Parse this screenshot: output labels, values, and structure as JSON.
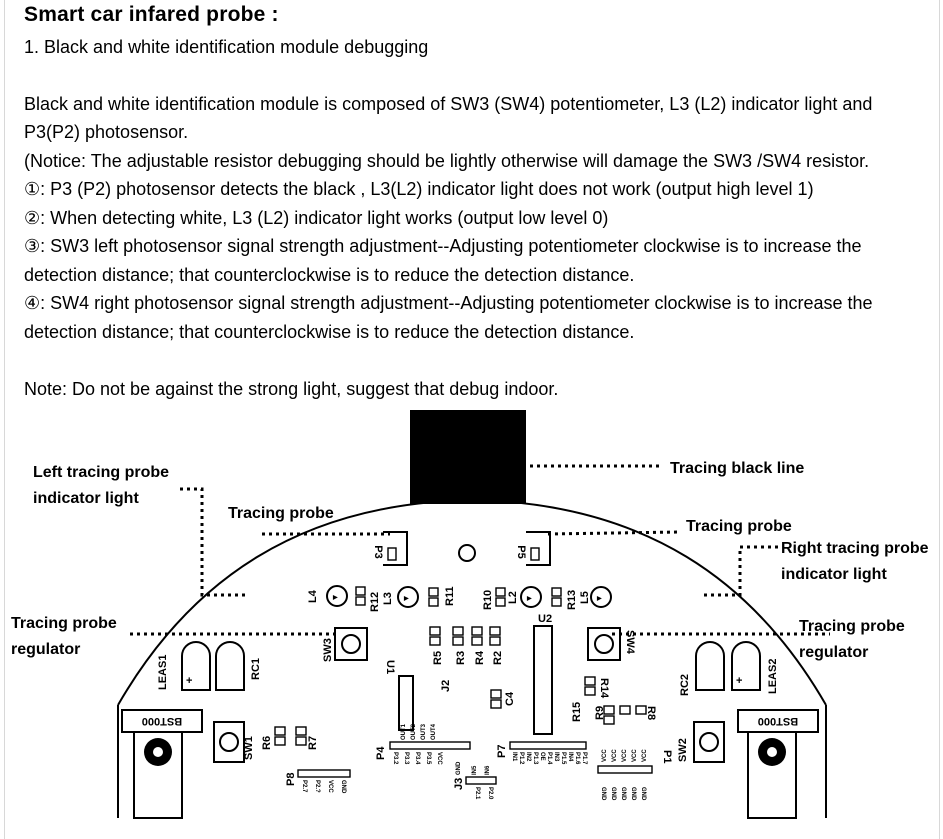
{
  "title": "Smart car infared probe :",
  "section": "1. Black and white identification module debugging",
  "paragraphs": [
    "Black and white identification module is composed of SW3 (SW4) potentiometer, L3 (L2) indicator light and",
    "P3(P2) photosensor.",
    "(Notice: The adjustable resistor debugging should be lightly otherwise will damage the SW3 /SW4 resistor.",
    "①: P3 (P2) photosensor detects the black , L3(L2) indicator light does not work (output high level 1)",
    "②: When detecting white, L3 (L2) indicator light works (output low level 0)",
    "③: SW3 left photosensor signal strength adjustment--Adjusting potentiometer clockwise is to increase the",
    "detection distance; that counterclockwise is to reduce the detection distance.",
    "④: SW4 right photosensor signal strength adjustment--Adjusting potentiometer clockwise is to increase the",
    "detection distance; that counterclockwise is to reduce the detection distance."
  ],
  "note": "Note: Do not be against the strong light, suggest that debug indoor.",
  "labels": {
    "left_indicator_1": "Left tracing probe",
    "left_indicator_2": "indicator light",
    "tracing_probe_left": "Tracing probe",
    "tracing_black_line": "Tracing black line",
    "tracing_probe_right": "Tracing probe",
    "right_indicator_1": "Right tracing probe",
    "right_indicator_2": "indicator light",
    "regulator_left_1": "Tracing probe",
    "regulator_left_2": "regulator",
    "regulator_right_1": "Tracing probe",
    "regulator_right_2": "regulator"
  },
  "pcb": {
    "p3": "P3",
    "p5": "P5",
    "l4": "L4",
    "r12": "R12",
    "l3": "L3",
    "r11": "R11",
    "r10": "R10",
    "l2": "L2",
    "r13": "R13",
    "l5": "L5",
    "sw3": "SW3",
    "sw4": "SW4",
    "u2": "U2",
    "u1": "U1",
    "r5": "R5",
    "r3": "R3",
    "r4": "R4",
    "r2": "R2",
    "j2": "J2",
    "c4": "C4",
    "r15": "R15",
    "r14": "R14",
    "r9": "R9",
    "r8": "R8",
    "leas1": "LEAS1",
    "rc1": "RC1",
    "rc2": "RC2",
    "leas2": "LEAS2",
    "bst_left": "BST000",
    "bst_right": "BST000",
    "sw1": "SW1",
    "r6": "R6",
    "r7": "R7",
    "p8": "P8",
    "p4": "P4",
    "j3": "J3",
    "p7": "P7",
    "sw2": "SW2",
    "p1": "P1",
    "p8_pins": [
      "P2.7",
      "P2.?",
      "VCC",
      "GND"
    ],
    "p4_pins": [
      "P3.2",
      "P3.3",
      "P3.4",
      "P3.5",
      "VCC"
    ],
    "p4_top": [
      "OUT1",
      "OUT2",
      "OUT3",
      "OUT4"
    ],
    "j3_pins": [
      "P2.1",
      "P2.0"
    ],
    "j3_top": [
      "GND",
      "IN5",
      "IN6"
    ],
    "p7_pins": [
      "IN1",
      "P1.2",
      "IN2",
      "P1.3",
      "OE",
      "P1.4",
      "IN3",
      "P1.5",
      "IN4",
      "P1.6",
      "P1.7"
    ],
    "p1_pins": [
      "VCC",
      "VCC",
      "VCC",
      "VCC",
      "VCC"
    ],
    "p1_gnd": [
      "GND",
      "GND",
      "GND",
      "GND",
      "GND"
    ]
  },
  "colors": {
    "ink": "#000000",
    "paper": "#ffffff",
    "frame": "#d8d8d8"
  }
}
